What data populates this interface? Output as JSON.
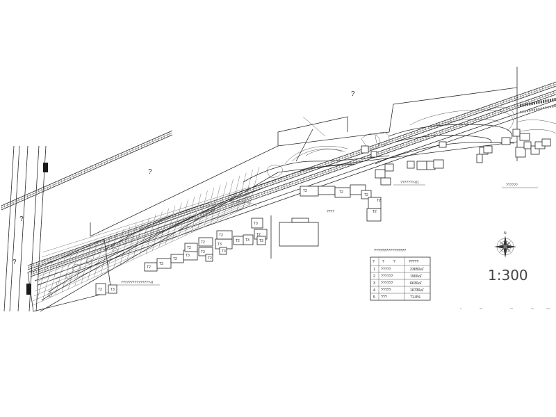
{
  "area_labels": [
    "?",
    "?",
    "?",
    "?"
  ],
  "buildings": {
    "tags": [
      "T2",
      "T3",
      "T2",
      "T3",
      "T3",
      "T2",
      "T3",
      "T2",
      "T2",
      "T2",
      "T3",
      "T2",
      "T3",
      "T3",
      "T2",
      "T3",
      "T2",
      "T3"
    ],
    "plain": [
      "T2"
    ]
  },
  "notes": {
    "east": "??????",
    "mid": "????",
    "plaza": "???????????????-0",
    "bridge": "???????-01"
  },
  "table": {
    "title": "????????????????",
    "header": [
      "?",
      "?",
      "?",
      "?????"
    ],
    "rows": [
      {
        "no": "1",
        "name": "?????",
        "value": "23650㎡"
      },
      {
        "no": "2",
        "name": "??????",
        "value": "1900㎡"
      },
      {
        "no": "3",
        "name": "??????",
        "value": "6630㎡"
      },
      {
        "no": "4",
        "name": "?????",
        "value": "16730㎡"
      },
      {
        "no": "5",
        "name": "???",
        "value": "71.0%"
      }
    ]
  },
  "compass": {
    "north": "N"
  },
  "scale": "1:300"
}
